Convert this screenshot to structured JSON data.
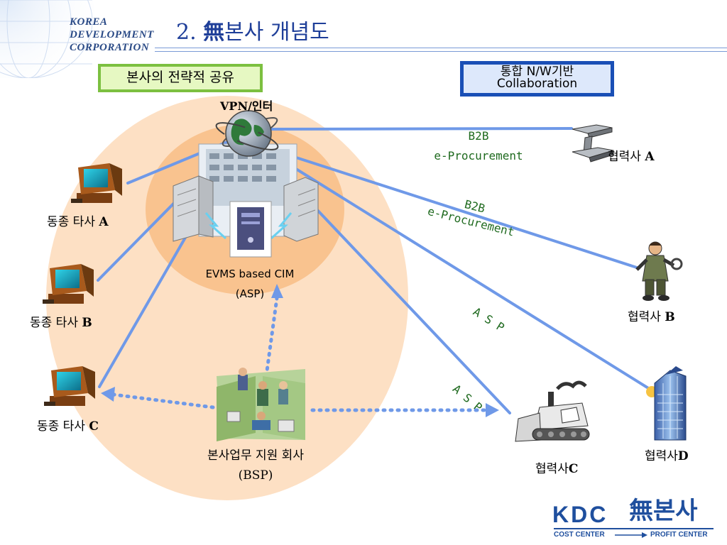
{
  "header": {
    "company_line1": "KOREA",
    "company_line2": "DEVELOPMENT",
    "company_line3": "CORPORATION",
    "title_number": "2.",
    "title_strong": "無",
    "title_rest": "본사 개념도"
  },
  "badges": {
    "strategy": "본사의 전략적 공유",
    "network_line1": "통합 N/W기반",
    "network_line2": "Collaboration"
  },
  "hub": {
    "vpn_label": "VPN/인터",
    "center_line1": "EVMS based CIM",
    "center_line2": "(ASP)",
    "bsp_line1": "본사업무 지원 회사",
    "bsp_line2": "(BSP)"
  },
  "peers": [
    {
      "label": "동종 타사",
      "suffix": "A"
    },
    {
      "label": "동종 타사",
      "suffix": "B"
    },
    {
      "label": "동종 타사",
      "suffix": "C"
    }
  ],
  "partners": [
    {
      "label": "협력사",
      "suffix": "A"
    },
    {
      "label": "협력사",
      "suffix": "B"
    },
    {
      "label": "협력사",
      "suffix": "C"
    },
    {
      "label": "협력사",
      "suffix": "D"
    }
  ],
  "edge_labels": {
    "b2b_a_line1": "B2B",
    "b2b_a_line2": "e-Procurement",
    "b2b_b_line1": "B2B",
    "b2b_b_line2": "e-Procurement",
    "asp_1": "A S P",
    "asp_2": "A S P"
  },
  "footer": {
    "brand": "KDC",
    "brand_hanja": "無본사",
    "cost_center": "COST CENTER",
    "profit_center": "PROFIT CENTER"
  },
  "colors": {
    "title": "#1f3f99",
    "line": "#6f99e8",
    "outer_ellipse": "#fde0c4",
    "inner_circle": "#f9c38f",
    "green_border": "#7cc040",
    "blue_border": "#1a4fb6"
  }
}
